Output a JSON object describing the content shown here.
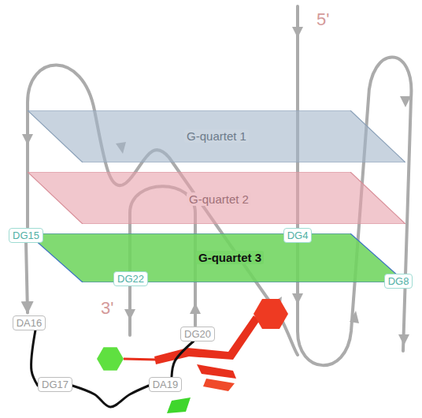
{
  "diagram": {
    "nodes": [
      {
        "text": [
          "G-quartet 1"
        ]
      },
      {
        "text": [
          "G-quartet 2"
        ]
      },
      {
        "text": [
          "G-quartet 3"
        ]
      },
      {
        "text": [
          "DG15"
        ]
      },
      {
        "text": [
          "DG4"
        ]
      },
      {
        "text": [
          "DG22"
        ]
      },
      {
        "text": [
          "DG8"
        ]
      },
      {
        "text": [
          "DA16"
        ]
      },
      {
        "text": [
          "DG20"
        ]
      },
      {
        "text": [
          "DG17"
        ]
      },
      {
        "text": [
          "DA19"
        ]
      }
    ],
    "edges": [
      {
        "from": 3,
        "to": 7,
        "arrow": "to"
      },
      {
        "from": 7,
        "to": 9,
        "arrow": "none"
      },
      {
        "from": 9,
        "to": 10,
        "arrow": "none"
      },
      {
        "from": 10,
        "to": 8,
        "arrow": "none"
      }
    ],
    "labels": [
      "5'",
      "3'"
    ]
  }
}
